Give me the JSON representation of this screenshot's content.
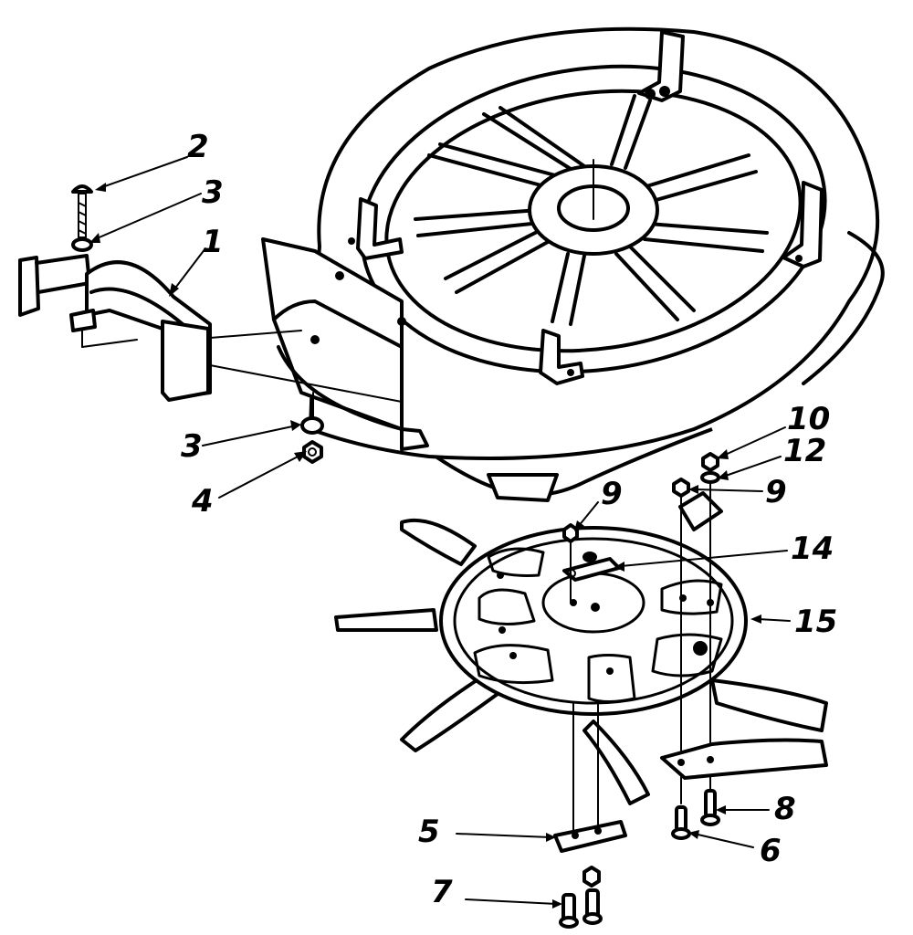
{
  "callouts": [
    {
      "id": "c1",
      "text": "1"
    },
    {
      "id": "c2",
      "text": "2"
    },
    {
      "id": "c3a",
      "text": "3"
    },
    {
      "id": "c3b",
      "text": "3"
    },
    {
      "id": "c4",
      "text": "4"
    },
    {
      "id": "c5",
      "text": "5"
    },
    {
      "id": "c6",
      "text": "6"
    },
    {
      "id": "c7",
      "text": "7"
    },
    {
      "id": "c8",
      "text": "8"
    },
    {
      "id": "c9a",
      "text": "9"
    },
    {
      "id": "c9b",
      "text": "9"
    },
    {
      "id": "c10",
      "text": "10"
    },
    {
      "id": "c12",
      "text": "12"
    },
    {
      "id": "c14",
      "text": "14"
    },
    {
      "id": "c15",
      "text": "15"
    }
  ]
}
